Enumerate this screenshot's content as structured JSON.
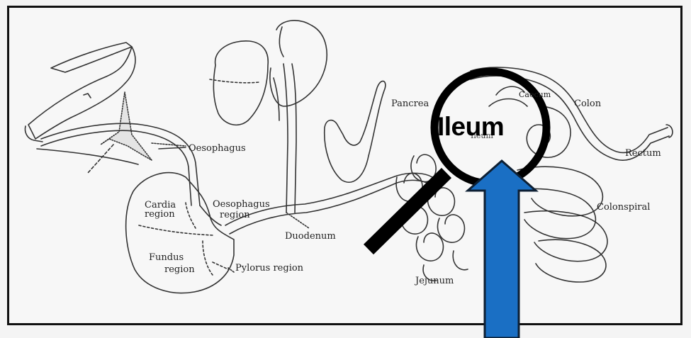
{
  "diagram": {
    "labels": {
      "oesophagus": "Oesophagus",
      "cardia": "Cardia",
      "region1": "region",
      "oesophagus_region_1": "Oesophagus",
      "oesophagus_region_2": "region",
      "pancreas": "Pancrea",
      "caecum": "Caecum",
      "colon": "Colon",
      "rectum": "Rectum",
      "colonspiral": "Colonspiral",
      "duodenum": "Duodenum",
      "fundus": "Fundus",
      "fundus_region": "region",
      "pylorus_region": "Pylorus region",
      "jejunum": "Jejunum",
      "ileum_small": "Ileum"
    },
    "magnifier_label": "Ileum",
    "colors": {
      "arrow_fill": "#1a6fc4",
      "arrow_stroke": "#0d1f33",
      "magnifier": "#000000"
    }
  }
}
